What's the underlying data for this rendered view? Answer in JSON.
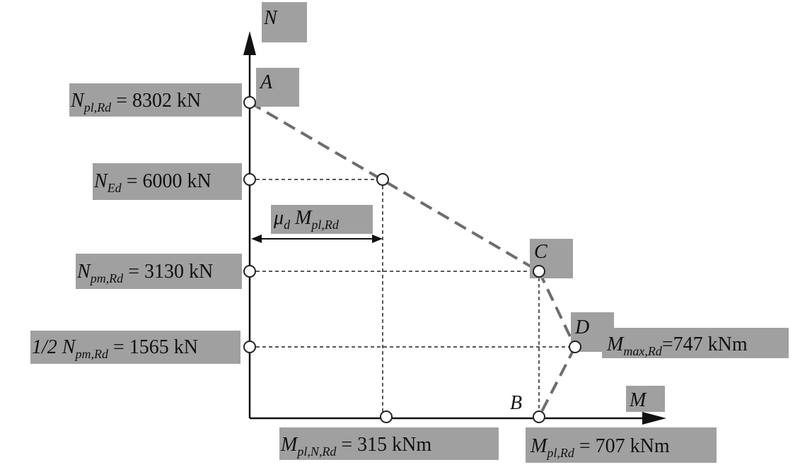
{
  "axes": {
    "y_label": "N",
    "x_label": "M"
  },
  "points": {
    "A": "A",
    "B": "B",
    "C": "C",
    "D": "D"
  },
  "labels": {
    "npl": {
      "main": "N",
      "sub": "pl,Rd",
      "rest": " = 8302 kN"
    },
    "ned": {
      "main": "N",
      "sub": "Ed",
      "rest": " = 6000 kN"
    },
    "npm": {
      "main": "N",
      "sub": "pm,Rd",
      "rest": " = 3130 kN"
    },
    "half_npm": {
      "prefix": "1/2 ",
      "main": "N",
      "sub": "pm,Rd",
      "rest": " = 1565 kN"
    },
    "mu": {
      "mu": "μ",
      "mu_sub": "d",
      "main": " M",
      "sub": "pl,Rd"
    },
    "mmax": {
      "main": "M",
      "sub": "max,Rd",
      "rest": "=747 kNm"
    },
    "mplN": {
      "main": "M",
      "sub": "pl,N,Rd",
      "rest": " = 315 kNm"
    },
    "mpl": {
      "main": "M",
      "sub": "pl,Rd",
      "rest": " = 707 kNm"
    }
  }
}
